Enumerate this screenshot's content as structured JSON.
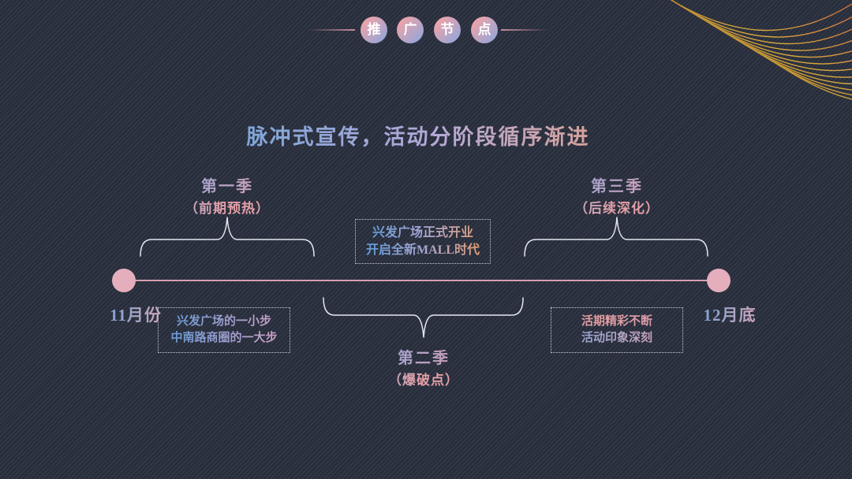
{
  "header": {
    "badge_chars": [
      "推",
      "广",
      "节",
      "点"
    ]
  },
  "title": "脉冲式宣传，活动分阶段循序渐进",
  "timeline": {
    "start_label": "11月份",
    "end_label": "12月底",
    "phases": [
      {
        "name": "第一季",
        "subtitle": "（前期预热）"
      },
      {
        "name": "第二季",
        "subtitle": "（爆破点）"
      },
      {
        "name": "第三季",
        "subtitle": "（后续深化）"
      }
    ],
    "callouts": {
      "center": {
        "line1": "兴发广场正式开业",
        "line2": "开启全新MALL时代"
      },
      "left": {
        "line1": "兴发广场的一小步",
        "line2": "中南路商圈的一大步"
      },
      "right": {
        "line1": "活期精彩不断",
        "line2": "活动印象深刻"
      }
    }
  },
  "colors": {
    "background": "#2b3140",
    "timeline_pink": "#d5a0b0",
    "endpoint_pink": "#e4aebc",
    "brace_white": "#e4e8ef",
    "gold_wave": "#d8a83e",
    "title_gradient_start": "#4a94d4",
    "title_gradient_end": "#f0a468"
  }
}
